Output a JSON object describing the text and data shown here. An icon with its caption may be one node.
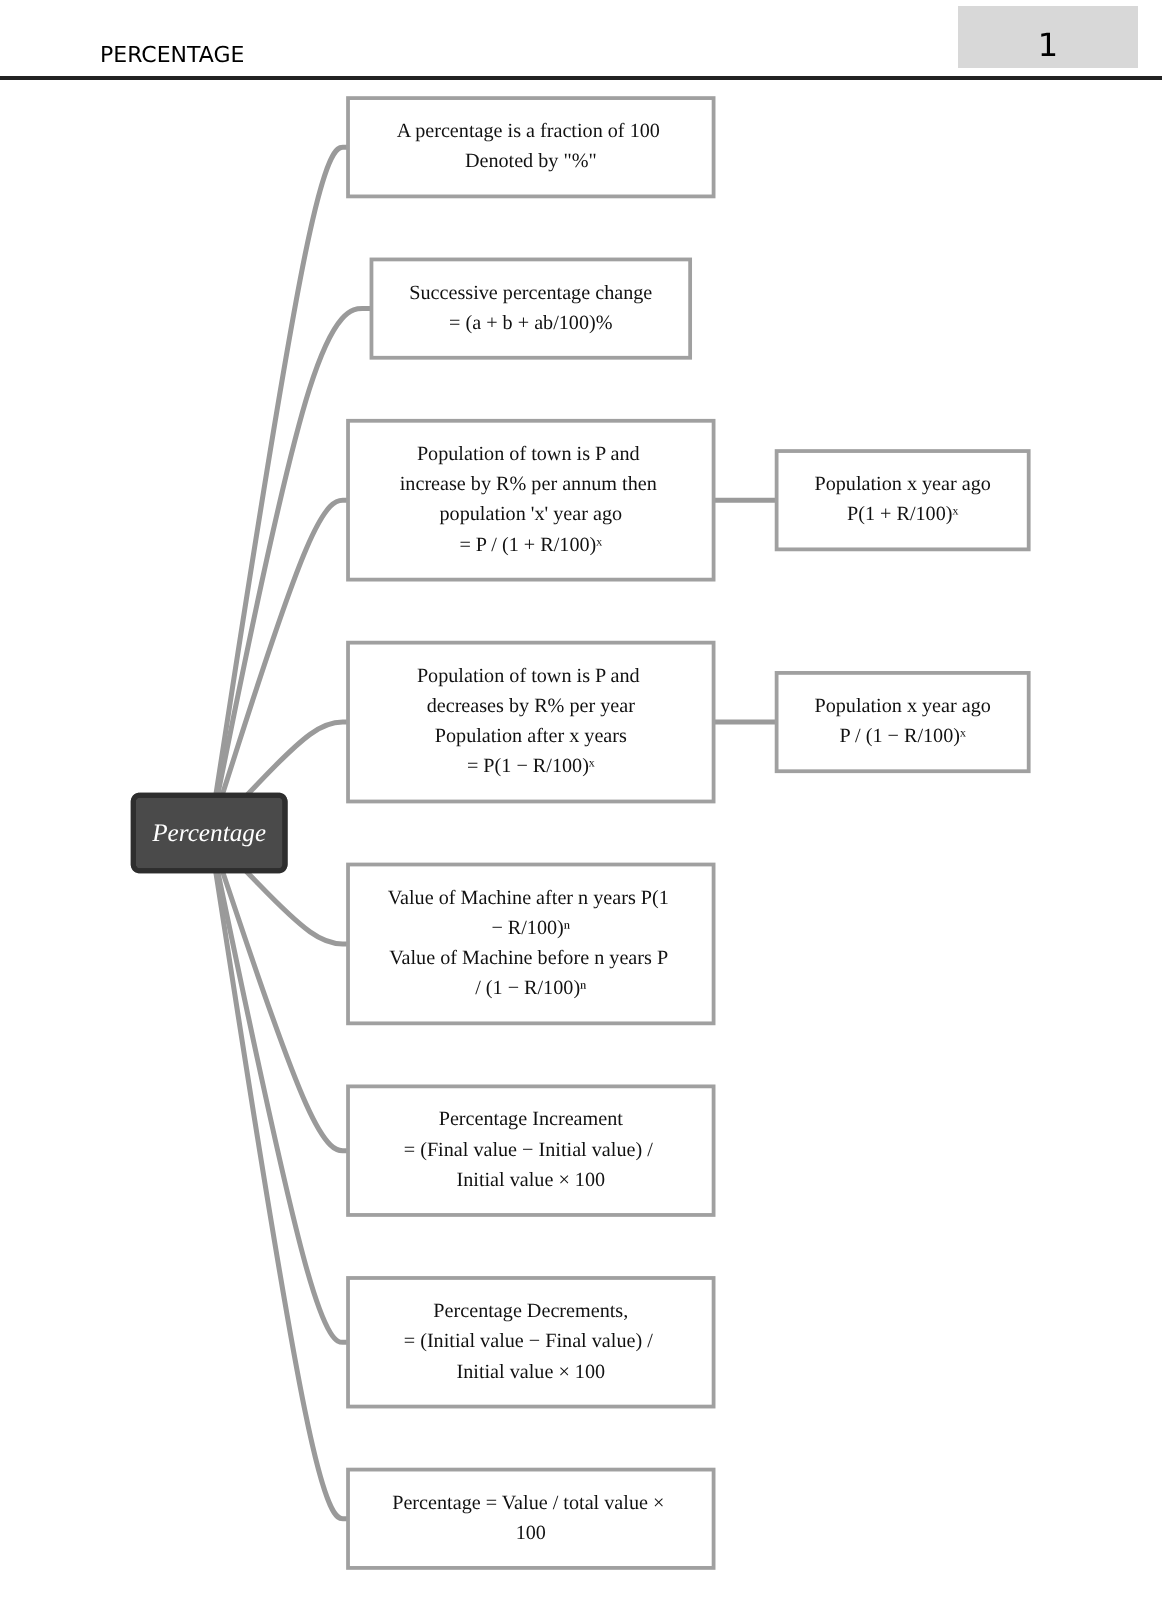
{
  "diagram": {
    "nodes": [
      {
        "text": [
          "Percentage"
        ]
      },
      {
        "text": [
          "A percentage is a fraction of 100 Denoted by \"%\""
        ]
      },
      {
        "text": [
          "Successive percentage change",
          "= (a + b + ab/100)%"
        ]
      },
      {
        "text": [
          "Population of town is P and increase by R% per annum then population 'x' year ago",
          "= P / (1 + R/100)ˣ"
        ]
      },
      {
        "text": [
          "Population x year ago",
          "P(1 + R/100)ˣ"
        ]
      },
      {
        "text": [
          "Population of town is P and decreases by R% per year",
          "Population after x years",
          "= P(1 − R/100)ˣ"
        ]
      },
      {
        "text": [
          "Population x year ago",
          "P / (1 − R/100)ˣ"
        ]
      },
      {
        "text": [
          "Value of Machine after n years P(1 − R/100)ⁿ",
          "Value of Machine before n years P / (1 − R/100)ⁿ"
        ]
      },
      {
        "text": [
          "Percentage Increament",
          "= (Final value − Initial value) / Initial value × 100"
        ]
      },
      {
        "text": [
          "Percentage Decrements,",
          "= (Initial value − Final value) / Initial value × 100"
        ]
      },
      {
        "text": [
          "Percentage = Value / total value × 100"
        ]
      }
    ],
    "edges": [
      {
        "from": 0,
        "to": 1,
        "arrow": "none"
      },
      {
        "from": 0,
        "to": 2,
        "arrow": "none"
      },
      {
        "from": 0,
        "to": 3,
        "arrow": "none"
      },
      {
        "from": 3,
        "to": 4,
        "arrow": "none"
      },
      {
        "from": 0,
        "to": 5,
        "arrow": "none"
      },
      {
        "from": 5,
        "to": 6,
        "arrow": "none"
      },
      {
        "from": 0,
        "to": 7,
        "arrow": "none"
      },
      {
        "from": 0,
        "to": 8,
        "arrow": "none"
      },
      {
        "from": 0,
        "to": 9,
        "arrow": "none"
      },
      {
        "from": 0,
        "to": 10,
        "arrow": "none"
      }
    ],
    "labels": [
      "PERCENTAGE",
      "1"
    ]
  }
}
